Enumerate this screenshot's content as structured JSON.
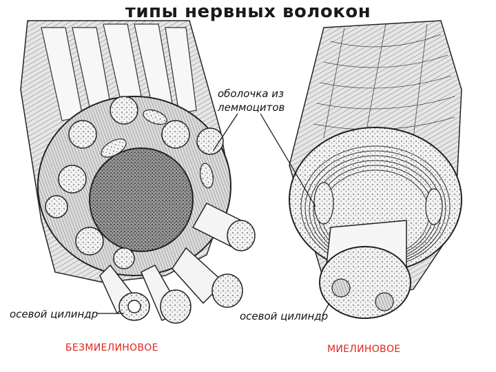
{
  "title": "типы нервных волокон",
  "labels": {
    "sheath": "оболочка из леммоцитов",
    "axis_left": "осевой цилиндр",
    "axis_right": "осевой цилиндр"
  },
  "captions": {
    "left": "БЕЗМИЕЛИНОВОЕ",
    "right": "МИЕЛИНОВОЕ"
  },
  "colors": {
    "caption": "#e0231b",
    "ink": "#1a1a1a"
  }
}
